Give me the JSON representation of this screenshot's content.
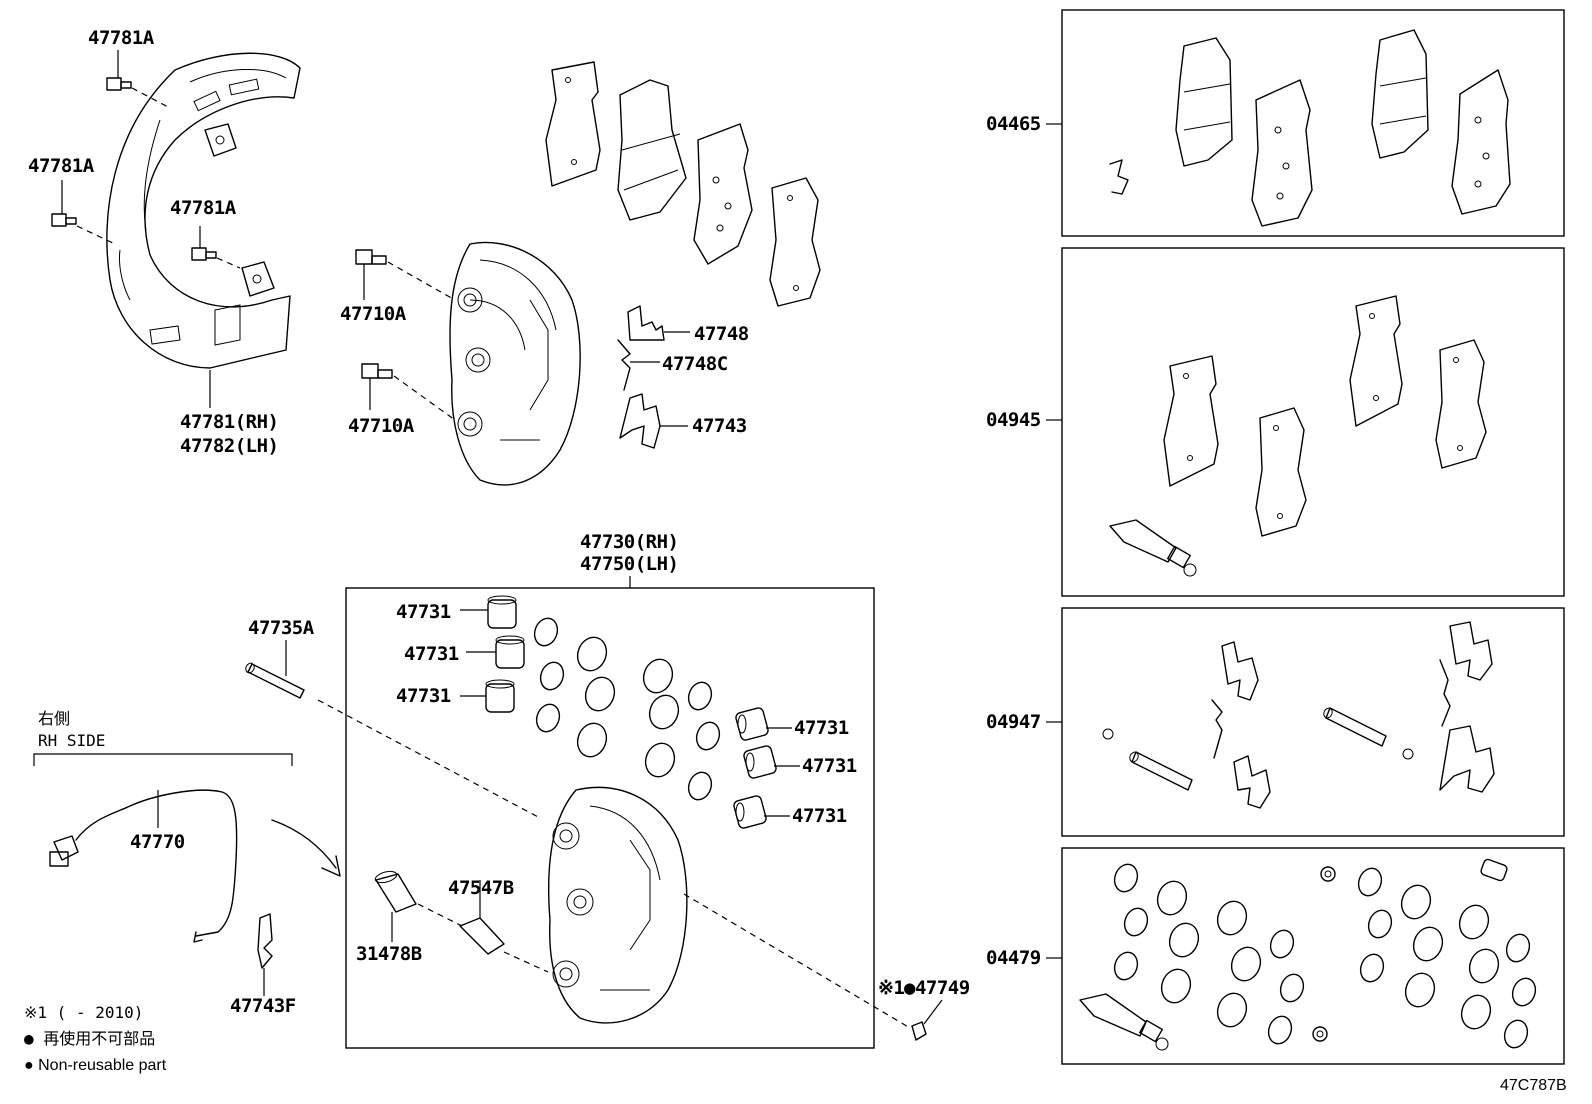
{
  "labels": {
    "shield_bolt_1": "47781A",
    "shield_bolt_2": "47781A",
    "shield_bolt_3": "47781A",
    "shield_rh": "47781(RH)",
    "shield_lh": "47782(LH)",
    "caliper_bolt_1": "47710A",
    "caliper_bolt_2": "47710A",
    "pad_clip_1": "47748",
    "pad_clip_2": "47748C",
    "pad_spring": "47743",
    "caliper_assy_rh": "47730(RH)",
    "caliper_assy_lh": "47750(LH)",
    "pin": "47735A",
    "piston_1": "47731",
    "piston_2": "47731",
    "piston_3": "47731",
    "piston_4": "47731",
    "piston_5": "47731",
    "piston_6": "47731",
    "bushing": "31478B",
    "bleeder": "47547B",
    "cap_bullet": "●47749",
    "cap_mark": "※1",
    "wear_sensor": "47770",
    "sensor_clip": "47743F",
    "kit_pad": "04465",
    "kit_shim": "04945",
    "kit_fitting": "04947",
    "kit_seal": "04479",
    "diagram_code": "47C787B"
  },
  "side": {
    "jp": "右側",
    "en": "RH SIDE"
  },
  "legend": {
    "note": "※1 (      - 2010)",
    "nonreusable_jp": "● 再使用不可部品",
    "nonreusable_en": "● Non-reusable part"
  }
}
